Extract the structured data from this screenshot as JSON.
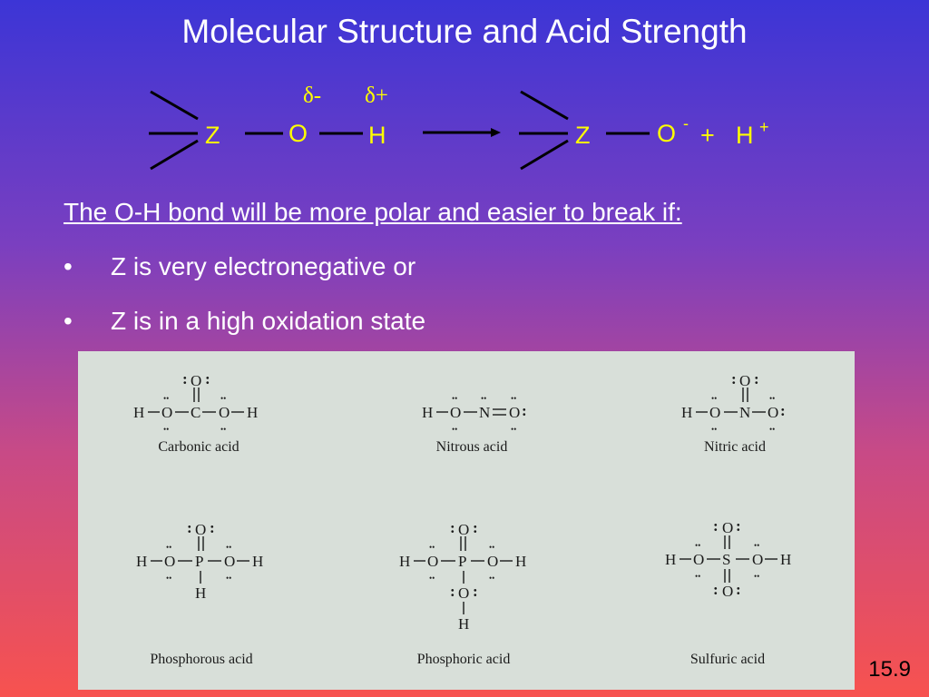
{
  "slide": {
    "title": "Molecular Structure and Acid Strength",
    "number": "15.9"
  },
  "reaction": {
    "reactant": {
      "z": "Z",
      "o": "O",
      "h": "H",
      "delta_o": "δ-",
      "delta_h": "δ+"
    },
    "product": {
      "z": "Z",
      "o": "O",
      "o_charge": "-",
      "plus": "+",
      "h": "H",
      "h_charge": "+"
    }
  },
  "body": {
    "heading": "The O-H bond will be more polar and easier to break if:",
    "bullets": [
      "Z is very electronegative or",
      "Z is in a high oxidation state"
    ],
    "bullet_glyph": "•"
  },
  "acids": [
    {
      "name": "Carbonic acid"
    },
    {
      "name": "Nitrous acid"
    },
    {
      "name": "Nitric acid"
    },
    {
      "name": "Phosphorous acid"
    },
    {
      "name": "Phosphoric acid"
    },
    {
      "name": "Sulfuric acid"
    }
  ],
  "atoms": {
    "h": "H",
    "o": "O",
    "c": "C",
    "n": "N",
    "p": "P",
    "s": "S",
    "dots": "••"
  },
  "colors": {
    "yellow": "#ffff00",
    "panel": "#d8dfd9",
    "ink": "#1a1a1a"
  }
}
